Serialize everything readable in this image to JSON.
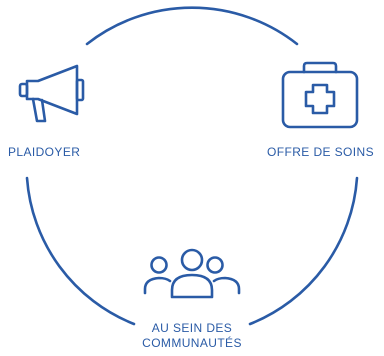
{
  "colors": {
    "stroke": "#2a5ba6",
    "background": "#ffffff"
  },
  "nodes": [
    {
      "id": "plaidoyer",
      "icon": "megaphone-icon",
      "label": "PLAIDOYER"
    },
    {
      "id": "offre-soins",
      "icon": "medical-kit-icon",
      "label": "OFFRE DE SOINS"
    },
    {
      "id": "communautes",
      "icon": "group-people-icon",
      "label_line1": "AU SEIN DES",
      "label_line2": "COMMUNAUTÉS"
    }
  ]
}
